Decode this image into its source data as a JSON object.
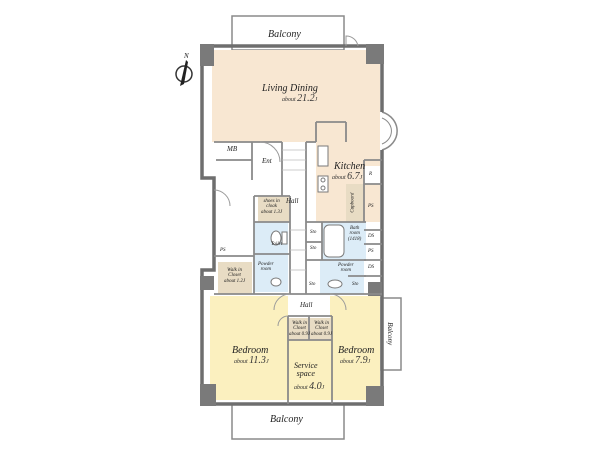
{
  "plan": {
    "compass_label": "N",
    "balcony_top": "Balcony",
    "balcony_right": "Balcony",
    "balcony_bottom": "Balcony",
    "living": {
      "name": "Living Dining",
      "prefix": "about",
      "value": "21.2",
      "unit": "J"
    },
    "kitchen": {
      "name": "Kitchen",
      "prefix": "about",
      "value": "6.7",
      "unit": "J"
    },
    "bedroom_left": {
      "name": "Bedroom",
      "prefix": "about",
      "value": "11.3",
      "unit": "J"
    },
    "bedroom_right": {
      "name": "Bedroom",
      "prefix": "about",
      "value": "7.9",
      "unit": "J"
    },
    "service": {
      "name_1": "Service",
      "name_2": "space",
      "prefix": "about",
      "value": "4.0",
      "unit": "J"
    },
    "shoes_cloak": {
      "name_1": "shoes in",
      "name_2": "cloak",
      "prefix": "about",
      "value": "1.3",
      "unit": "J"
    },
    "walkin_left": {
      "name_1": "Walk in",
      "name_2": "Closet",
      "prefix": "about",
      "value": "1.2",
      "unit": "J"
    },
    "walkin_mid1": {
      "name_1": "Walk in",
      "name_2": "Closet",
      "prefix": "about",
      "value": "0.9",
      "unit": "J"
    },
    "walkin_mid2": {
      "name_1": "Walk in",
      "name_2": "Closet",
      "prefix": "about",
      "value": "0.9",
      "unit": "J"
    },
    "mb": "MB",
    "ent": "Ent",
    "hall_upper": "Hall",
    "hall_lower": "Hall",
    "toilet": "Toilet",
    "powder_left": {
      "line_1": "Powder",
      "line_2": "room"
    },
    "powder_right": {
      "line_1": "Powder",
      "line_2": "room"
    },
    "bathroom": {
      "line_1": "Bath",
      "line_2": "room",
      "line_3": "(1418)"
    },
    "cupboard": "Cupboard",
    "fridge": "R",
    "ps_right": "PS",
    "ps_right2": "PS",
    "ds_1": "DS",
    "ds_2": "DS",
    "ps_left": "PS",
    "sto_1": "Sto",
    "sto_2": "Sto",
    "sto_3": "Sto",
    "sto_4": "Sto"
  }
}
